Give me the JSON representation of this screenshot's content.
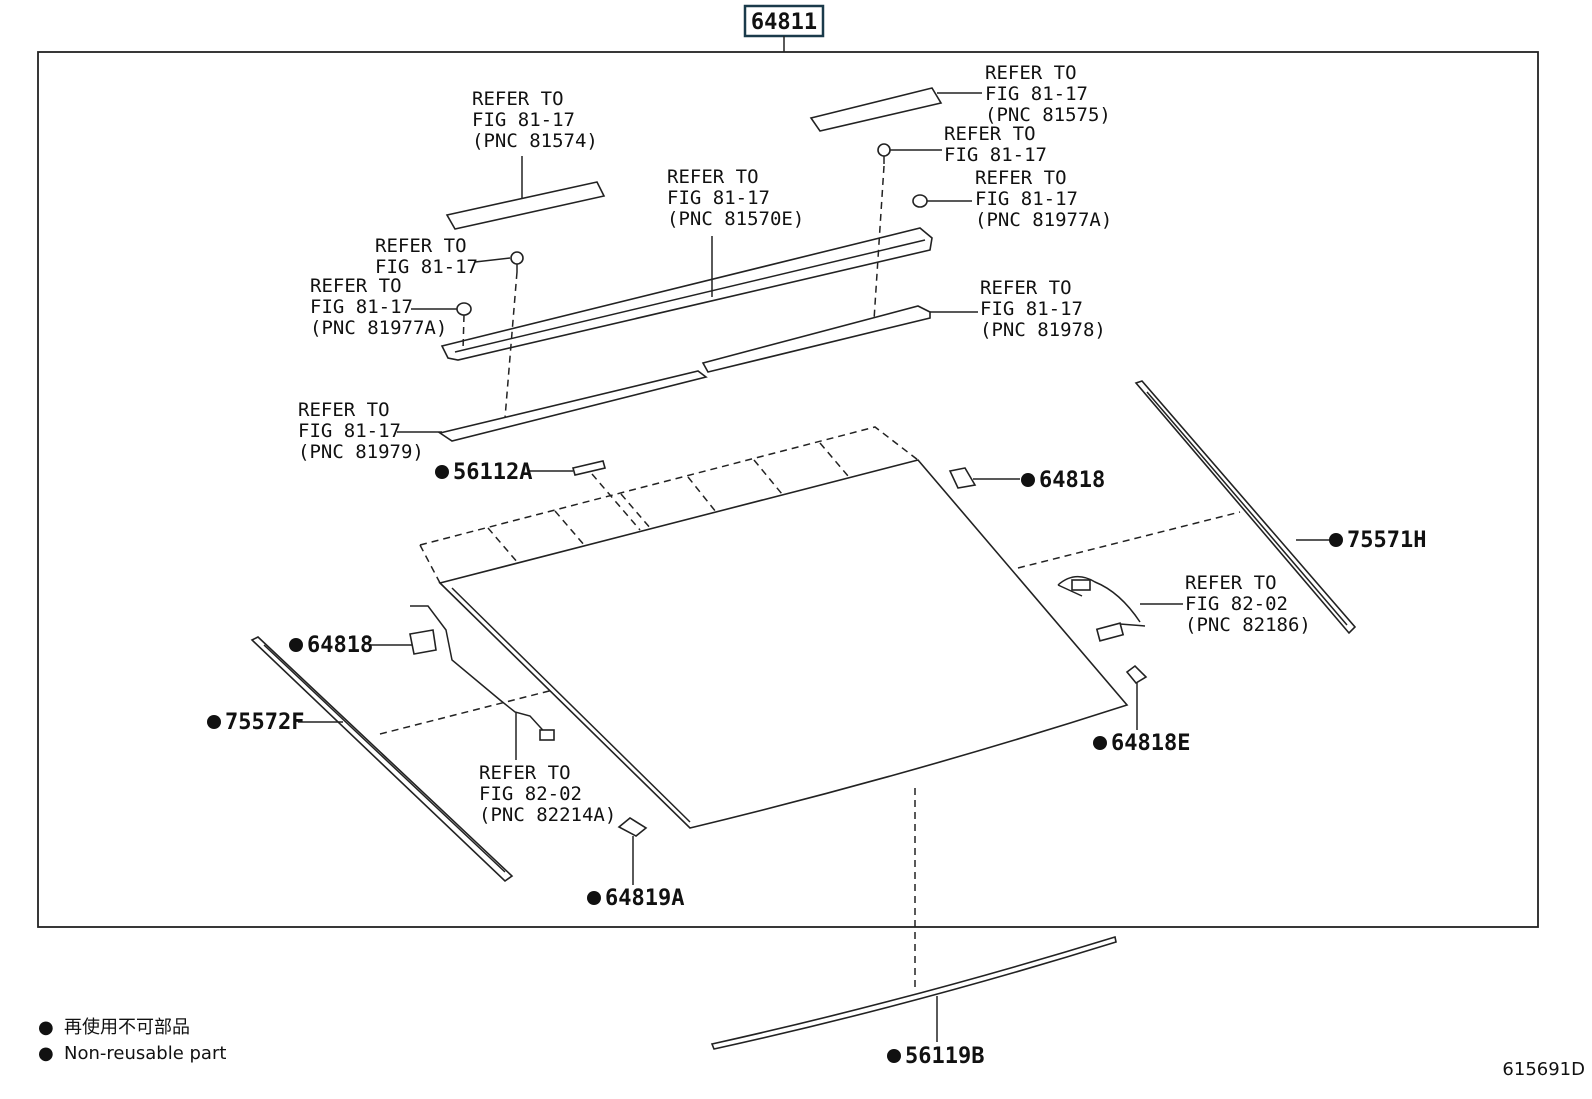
{
  "main_part": "64811",
  "refer_line": "REFER TO",
  "refs": {
    "r81574": {
      "fig": "FIG 81-17",
      "pnc": "(PNC 81574)"
    },
    "r81575": {
      "fig": "FIG 81-17",
      "pnc": "(PNC 81575)"
    },
    "r_bolt_right": {
      "fig": "FIG 81-17"
    },
    "r81977A_right": {
      "fig": "FIG 81-17",
      "pnc": "(PNC 81977A)"
    },
    "r81570E": {
      "fig": "FIG 81-17",
      "pnc": "(PNC 81570E)"
    },
    "r_bolt_left": {
      "fig": "FIG 81-17"
    },
    "r81977A_left": {
      "fig": "FIG 81-17",
      "pnc": "(PNC 81977A)"
    },
    "r81978": {
      "fig": "FIG 81-17",
      "pnc": "(PNC 81978)"
    },
    "r81979": {
      "fig": "FIG 81-17",
      "pnc": "(PNC 81979)"
    },
    "r82186": {
      "fig": "FIG 82-02",
      "pnc": "(PNC 82186)"
    },
    "r82214A": {
      "fig": "FIG 82-02",
      "pnc": "(PNC 82214A)"
    }
  },
  "parts": {
    "p56112A": "56112A",
    "p64818_right": "64818",
    "p75571H": "75571H",
    "p64818_left": "64818",
    "p75572F": "75572F",
    "p64818E": "64818E",
    "p64819A": "64819A",
    "p56119B": "56119B"
  },
  "legend": {
    "marker": "●",
    "zh": "再使用不可部品",
    "en": "Non-reusable part"
  },
  "figure_id": "615691D"
}
